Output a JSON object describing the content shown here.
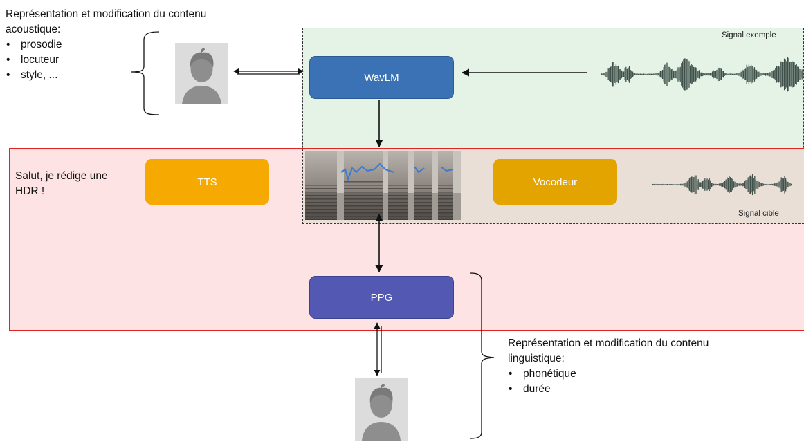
{
  "acoustic": {
    "title": "Représentation et modification du contenu acoustique:",
    "items": [
      "prosodie",
      "locuteur",
      "style, ..."
    ]
  },
  "linguistic": {
    "title": "Représentation et modification du contenu linguistique:",
    "items": [
      "phonétique",
      "durée"
    ]
  },
  "input_text": "Salut, je rédige une HDR !",
  "labels": {
    "signal_exemple": "Signal exemple",
    "signal_cible": "Signal cible"
  },
  "boxes": {
    "wavlm": "WavLM",
    "tts": "TTS",
    "vocodeur": "Vocodeur",
    "ppg": "PPG"
  },
  "colors": {
    "wavlm": "#3b72b6",
    "tts": "#f6a900",
    "vocodeur": "#e4a400",
    "ppg": "#5359b2",
    "green_region": "#e4f3e6",
    "red_region": "#fde3e3",
    "red_border": "#e02424",
    "waveform": "#3f514a",
    "pitch_curve": "#3a7bd5"
  },
  "icons": {
    "avatar": "person-silhouette-icon",
    "waveform": "audio-waveform-icon",
    "spectrogram": "spectrogram-image"
  }
}
